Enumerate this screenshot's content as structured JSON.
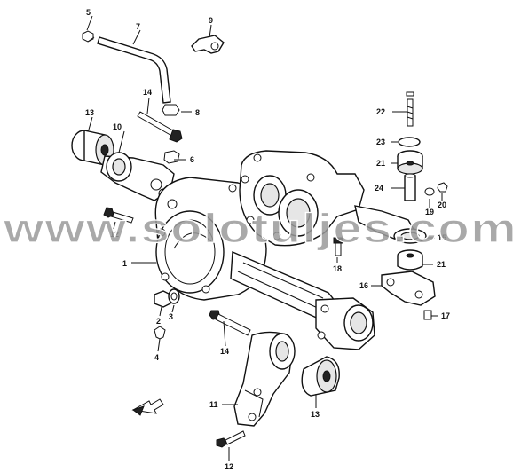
{
  "callouts": [
    {
      "id": "c5",
      "label": "5"
    },
    {
      "id": "c7",
      "label": "7"
    },
    {
      "id": "c9",
      "label": "9"
    },
    {
      "id": "c14a",
      "label": "14"
    },
    {
      "id": "c8",
      "label": "8"
    },
    {
      "id": "c13a",
      "label": "13"
    },
    {
      "id": "c10",
      "label": "10"
    },
    {
      "id": "c6",
      "label": "6"
    },
    {
      "id": "c22",
      "label": "22"
    },
    {
      "id": "c23",
      "label": "23"
    },
    {
      "id": "c21a",
      "label": "21"
    },
    {
      "id": "c24",
      "label": "24"
    },
    {
      "id": "c19",
      "label": "19"
    },
    {
      "id": "c20",
      "label": "20"
    },
    {
      "id": "c12a",
      "label": "12"
    },
    {
      "id": "c15",
      "label": "15"
    },
    {
      "id": "c18",
      "label": "18"
    },
    {
      "id": "c1",
      "label": "1"
    },
    {
      "id": "c21b",
      "label": "21"
    },
    {
      "id": "c16",
      "label": "16"
    },
    {
      "id": "c2",
      "label": "2"
    },
    {
      "id": "c3",
      "label": "3"
    },
    {
      "id": "c17",
      "label": "17"
    },
    {
      "id": "c4",
      "label": "4"
    },
    {
      "id": "c14b",
      "label": "14"
    },
    {
      "id": "c11",
      "label": "11"
    },
    {
      "id": "c13b",
      "label": "13"
    },
    {
      "id": "c12b",
      "label": "12"
    }
  ],
  "watermark": "www.solotuljes.com",
  "arrow_icon": "front-direction-arrow-icon"
}
